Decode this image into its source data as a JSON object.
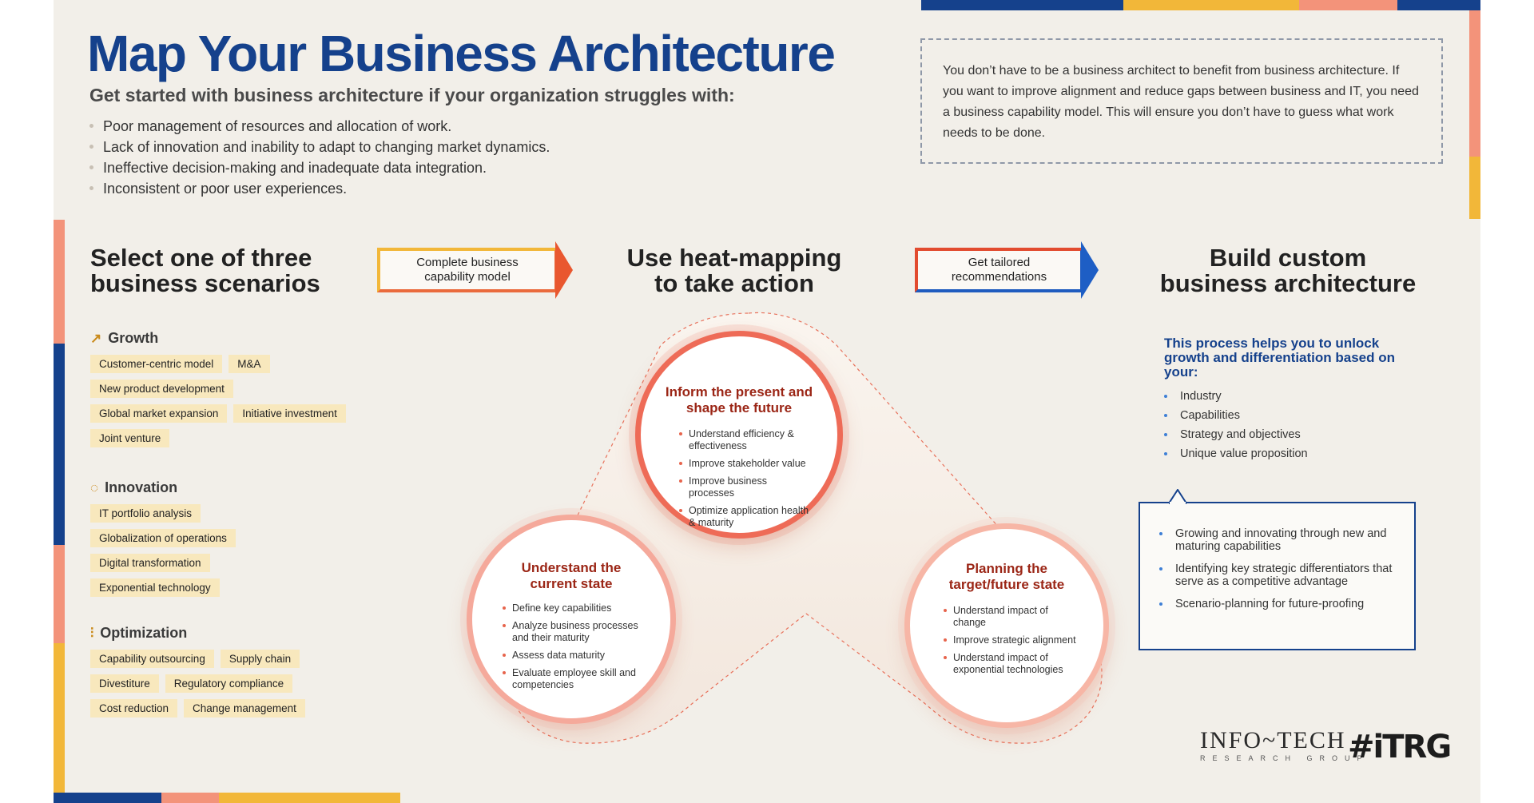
{
  "title": "Map Your Business Architecture",
  "subtitle": "Get started with business architecture if your organization struggles with:",
  "struggles": [
    "Poor management of resources and allocation of work.",
    "Lack of innovation and inability to adapt to changing market dynamics.",
    "Ineffective decision-making and inadequate data integration.",
    "Inconsistent or poor user experiences."
  ],
  "intro": "You don’t have to be a business architect to benefit from business architecture. If you want to improve alignment and reduce gaps between business and IT, you need a business capability model. This will ensure you don’t have to guess what work needs to be done.",
  "step1": {
    "line1": "Select one of three",
    "line2": "business scenarios",
    "categories": [
      {
        "name": "Growth",
        "icon": "trend-up-icon",
        "tags": [
          "Customer-centric model",
          "M&A",
          "New product development",
          "Global market expansion",
          "Initiative investment",
          "Joint venture"
        ]
      },
      {
        "name": "Innovation",
        "icon": "lightbulb-icon",
        "tags": [
          "IT portfolio analysis",
          "Globalization of operations",
          "Digital transformation",
          "Exponential technology"
        ]
      },
      {
        "name": "Optimization",
        "icon": "sliders-icon",
        "tags": [
          "Capability outsourcing",
          "Supply chain",
          "Divestiture",
          "Regulatory compliance",
          "Cost reduction",
          "Change management"
        ]
      }
    ]
  },
  "arrow1": {
    "line1": "Complete business",
    "line2": "capability model"
  },
  "step2": {
    "line1": "Use heat-mapping",
    "line2": "to take action"
  },
  "arrow2": {
    "line1": "Get tailored",
    "line2": "recommendations"
  },
  "step3": {
    "line1": "Build custom",
    "line2": "business architecture"
  },
  "circles": {
    "top": {
      "title1": "Inform the present and",
      "title2": "shape the future",
      "items": [
        "Understand efficiency & effectiveness",
        "Improve stakeholder value",
        "Improve business processes",
        "Optimize application health & maturity"
      ]
    },
    "left": {
      "title1": "Understand the",
      "title2": "current state",
      "items": [
        "Define key capabilities",
        "Analyze business processes and their maturity",
        "Assess data maturity",
        "Evaluate employee skill and competencies"
      ]
    },
    "right": {
      "title1": "Planning the",
      "title2": "target/future state",
      "items": [
        "Understand impact of change",
        "Improve strategic alignment",
        "Understand impact of exponential technologies"
      ]
    }
  },
  "benefits": {
    "heading": "This process helps you to unlock growth and differentiation based on your:",
    "items": [
      "Industry",
      "Capabilities",
      "Strategy and objectives",
      "Unique value proposition"
    ]
  },
  "callout_items": [
    "Growing and innovating through new and maturing capabilities",
    "Identifying key strategic differentiators that serve as a competitive advantage",
    "Scenario-planning for future-proofing"
  ],
  "logos": {
    "infotech_main": "INFO~TECH",
    "infotech_sub": "RESEARCH GROUP",
    "itrg": "#iTRG"
  },
  "colors": {
    "navy": "#15418c",
    "coral": "#e7644c",
    "rust": "#9b2616",
    "gold": "#f2b739",
    "tag": "#f8e8bd",
    "background": "#f2efe9"
  }
}
